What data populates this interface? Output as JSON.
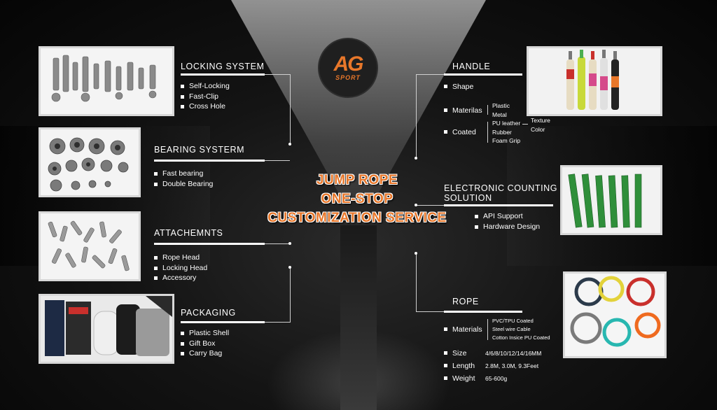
{
  "logo": {
    "mark": "AG",
    "sub": "SPORT"
  },
  "title": {
    "line1": "JUMP ROPE",
    "line2": "ONE-STOP",
    "line3": "CUSTOMIZATION SERVICE"
  },
  "colors": {
    "accent": "#e8772a",
    "background": "#0b0b0b",
    "text": "#ffffff"
  },
  "left": {
    "locking": {
      "heading": "LOCKING SYSTEM",
      "items": [
        "Self-Locking",
        "Fast-Clip",
        "Cross Hole"
      ],
      "image": "locking-parts-photo"
    },
    "bearing": {
      "heading": "BEARING SYSTERM",
      "items": [
        "Fast bearing",
        "Double Bearing"
      ],
      "image": "bearing-parts-photo"
    },
    "attachments": {
      "heading": "ATTACHEMNTS",
      "items": [
        "Rope Head",
        "Locking Head",
        "Accessory"
      ],
      "image": "attachment-parts-photo"
    },
    "packaging": {
      "heading": "PACKAGING",
      "items": [
        "Plastic Shell",
        "Gift Box",
        "Carry Bag"
      ],
      "image": "packaging-photo"
    }
  },
  "right": {
    "handle": {
      "heading": "HANDLE",
      "shape": "Shape",
      "materials_label": "Materilas",
      "materials": [
        "Plastic",
        "Metal"
      ],
      "coated_label": "Coated",
      "coated": [
        "PU leather",
        "Rubber",
        "Foam Grip"
      ],
      "coated_extra": [
        "Texture",
        "Color"
      ],
      "image": "handles-photo"
    },
    "electronic": {
      "heading_line1": "ELECTRONIC COUNTING",
      "heading_line2": "SOLUTION",
      "items": [
        "API Support",
        "Hardware Design"
      ],
      "image": "circuit-boards-photo"
    },
    "rope": {
      "heading": "ROPE",
      "materials_label": "Materials",
      "materials": [
        "PVC/TPU Coated",
        "Steel wire Cable",
        "Cotton Insice PU Coated"
      ],
      "size_label": "Size",
      "size_value": "4/6/8/10/12/14/16MM",
      "length_label": "Length",
      "length_value": "2.8M, 3.0M, 9.3Feet",
      "weight_label": "Weight",
      "weight_value": "65-600g",
      "image": "rope-coils-photo"
    }
  }
}
